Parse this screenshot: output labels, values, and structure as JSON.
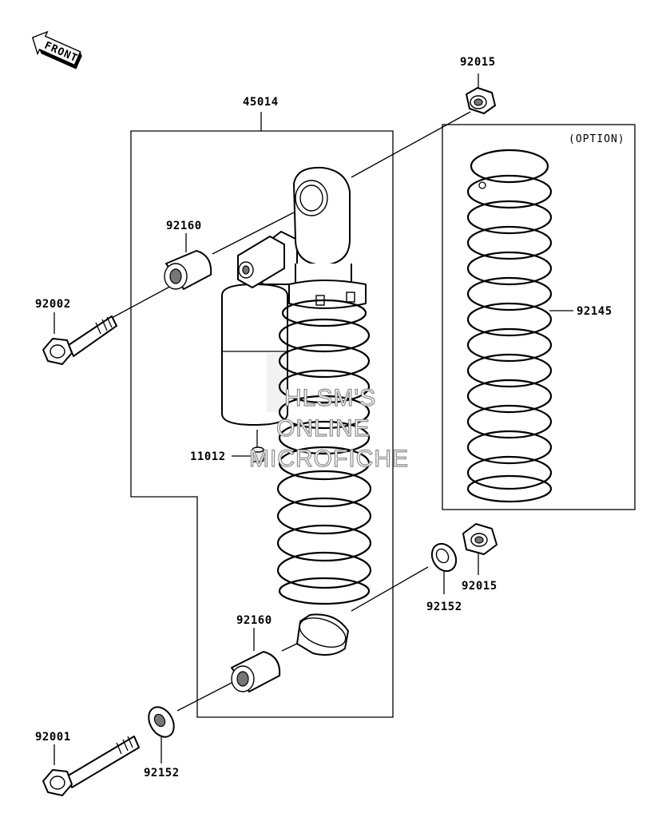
{
  "labels": {
    "front_arrow": "FRONT",
    "p45014": "45014",
    "p92015_top": "92015",
    "option": "(OPTION)",
    "p92160_top": "92160",
    "p92002": "92002",
    "p92145": "92145",
    "p11012": "11012",
    "p92015_bottom": "92015",
    "p92152_right": "92152",
    "p92160_bottom": "92160",
    "p92001": "92001",
    "p92152_bottom": "92152"
  },
  "watermark": {
    "line1": "HLSM'S",
    "line2": "ONLINE",
    "line3": "MICROFICHE"
  }
}
